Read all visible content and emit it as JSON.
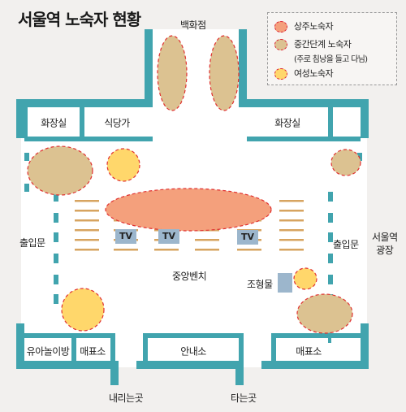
{
  "title": "서울역 노숙자 현황",
  "legend": {
    "resident": {
      "label": "상주노숙자",
      "color": "#f4a07c"
    },
    "intermediate": {
      "label": "중간단계 노숙자",
      "note": "(주로 침낭을 들고 다님)",
      "color": "#dcc291"
    },
    "female": {
      "label": "여성노숙자",
      "color": "#ffd76b"
    }
  },
  "colors": {
    "wall": "#41a4ae",
    "dashed_border": "#e03030",
    "floor": "#ffffff",
    "tv": "#9cb6cc"
  },
  "rooms": {
    "restroom_left": "화장실",
    "restaurant": "식당가",
    "restroom_right": "화장실",
    "nursery": "유아놀이방",
    "ticket_left": "매표소",
    "info": "안내소",
    "ticket_right": "매표소"
  },
  "labels": {
    "department_store": "백화점",
    "exit_left": "출입문",
    "exit_right": "출입문",
    "plaza": "서울역\n광장",
    "central_bench": "중앙벤치",
    "sculpture": "조형물",
    "arrival": "내리는곳",
    "departure": "타는곳"
  },
  "tv_label": "TV"
}
